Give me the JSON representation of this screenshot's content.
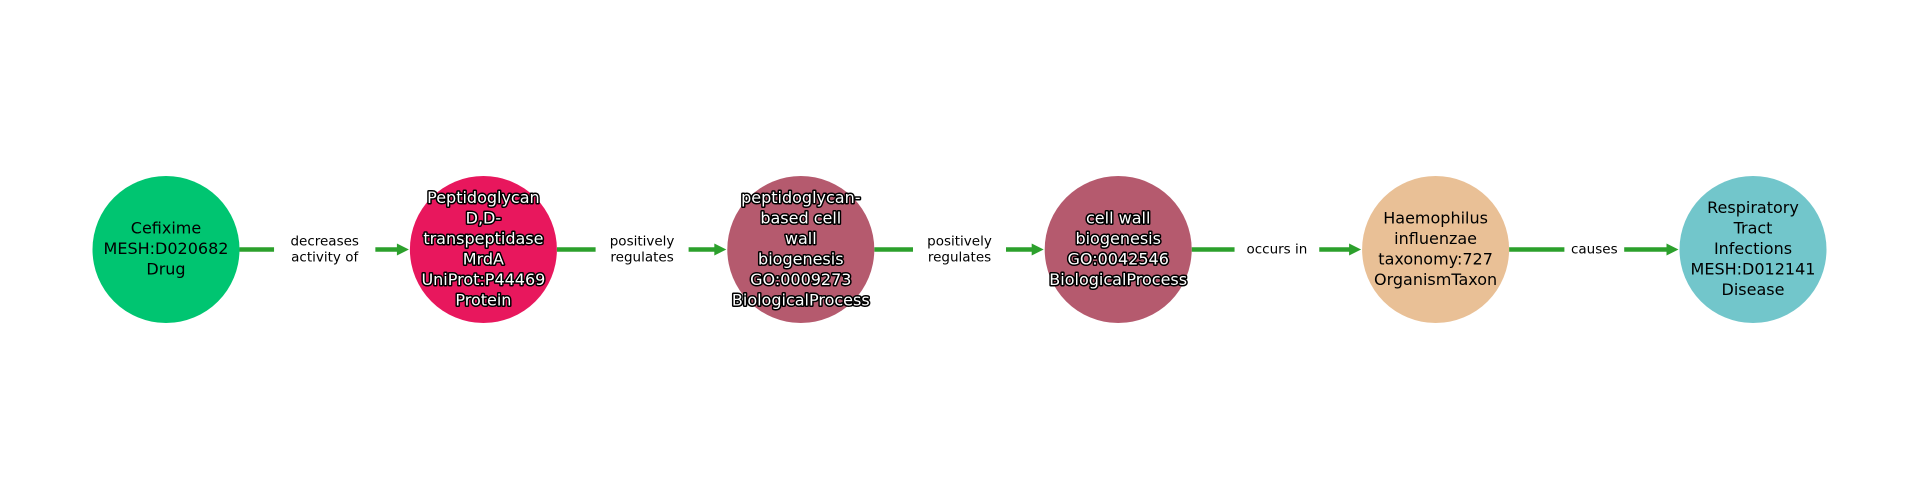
{
  "graph": {
    "type": "knowledge-graph-path",
    "edge_color": "#2ca02c",
    "nodes": [
      {
        "id": "cefixime",
        "lines": [
          "Cefixime",
          "MESH:D020682",
          "Drug"
        ],
        "name": "Cefixime",
        "identifier": "MESH:D020682",
        "category": "Drug",
        "color": "#00c571",
        "text_style": "plain"
      },
      {
        "id": "mrda",
        "lines": [
          "Peptidoglycan",
          "D,D-",
          "transpeptidase",
          "MrdA",
          "UniProt:P44469",
          "Protein"
        ],
        "name": "Peptidoglycan D,D-transpeptidase MrdA",
        "identifier": "UniProt:P44469",
        "category": "Protein",
        "color": "#e8175d",
        "text_style": "outlined"
      },
      {
        "id": "pg-cell-wall-biogenesis",
        "lines": [
          "peptidoglycan-",
          "based cell",
          "wall",
          "biogenesis",
          "GO:0009273",
          "BiologicalProcess"
        ],
        "name": "peptidoglycan-based cell wall biogenesis",
        "identifier": "GO:0009273",
        "category": "BiologicalProcess",
        "color": "#b55a6e",
        "text_style": "outlined"
      },
      {
        "id": "cell-wall-biogenesis",
        "lines": [
          "cell wall",
          "biogenesis",
          "GO:0042546",
          "BiologicalProcess"
        ],
        "name": "cell wall biogenesis",
        "identifier": "GO:0042546",
        "category": "BiologicalProcess",
        "color": "#b55a6e",
        "text_style": "outlined"
      },
      {
        "id": "h-influenzae",
        "lines": [
          "Haemophilus",
          "influenzae",
          "taxonomy:727",
          "OrganismTaxon"
        ],
        "name": "Haemophilus influenzae",
        "identifier": "taxonomy:727",
        "category": "OrganismTaxon",
        "color": "#e9c096",
        "text_style": "plain"
      },
      {
        "id": "respiratory-tract-infections",
        "lines": [
          "Respiratory",
          "Tract",
          "Infections",
          "MESH:D012141",
          "Disease"
        ],
        "name": "Respiratory Tract Infections",
        "identifier": "MESH:D012141",
        "category": "Disease",
        "color": "#72c6cb",
        "text_style": "plain"
      }
    ],
    "edges": [
      {
        "source": "cefixime",
        "target": "mrda",
        "lines": [
          "decreases",
          "activity of"
        ]
      },
      {
        "source": "mrda",
        "target": "pg-cell-wall-biogenesis",
        "lines": [
          "positively",
          "regulates"
        ]
      },
      {
        "source": "pg-cell-wall-biogenesis",
        "target": "cell-wall-biogenesis",
        "lines": [
          "positively",
          "regulates"
        ]
      },
      {
        "source": "cell-wall-biogenesis",
        "target": "h-influenzae",
        "lines": [
          "occurs in"
        ]
      },
      {
        "source": "h-influenzae",
        "target": "respiratory-tract-infections",
        "lines": [
          "causes"
        ]
      }
    ]
  }
}
